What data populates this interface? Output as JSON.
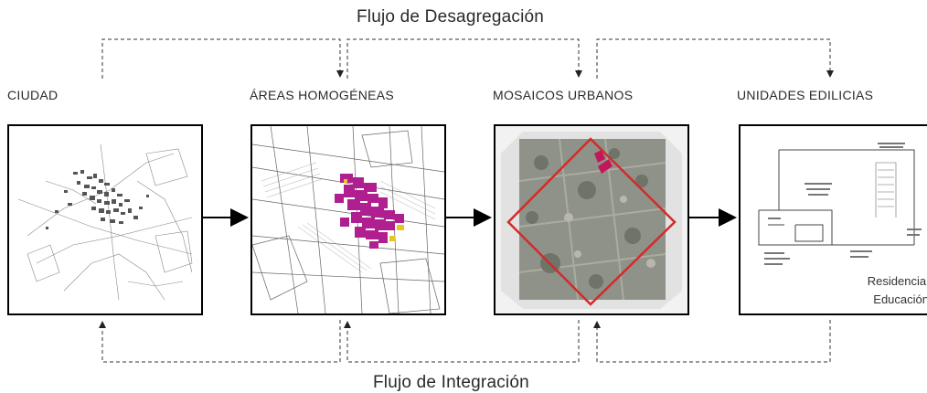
{
  "flows": {
    "top": "Flujo de Desagregación",
    "bottom": "Flujo de Integración"
  },
  "stages": [
    {
      "label": "CIUDAD"
    },
    {
      "label": "ÁREAS HOMOGÉNEAS"
    },
    {
      "label": "MOSAICOS URBANOS"
    },
    {
      "label": "UNIDADES EDILICIAS",
      "captions": [
        "Residencial",
        "Educación"
      ]
    }
  ],
  "colors": {
    "line": "#000000",
    "dashed": "#333333",
    "highlight_magenta": "#b01f8f",
    "highlight_yellow": "#e8c520",
    "mosaic_frame": "#d42a2a",
    "aerial": "#8e9288"
  }
}
